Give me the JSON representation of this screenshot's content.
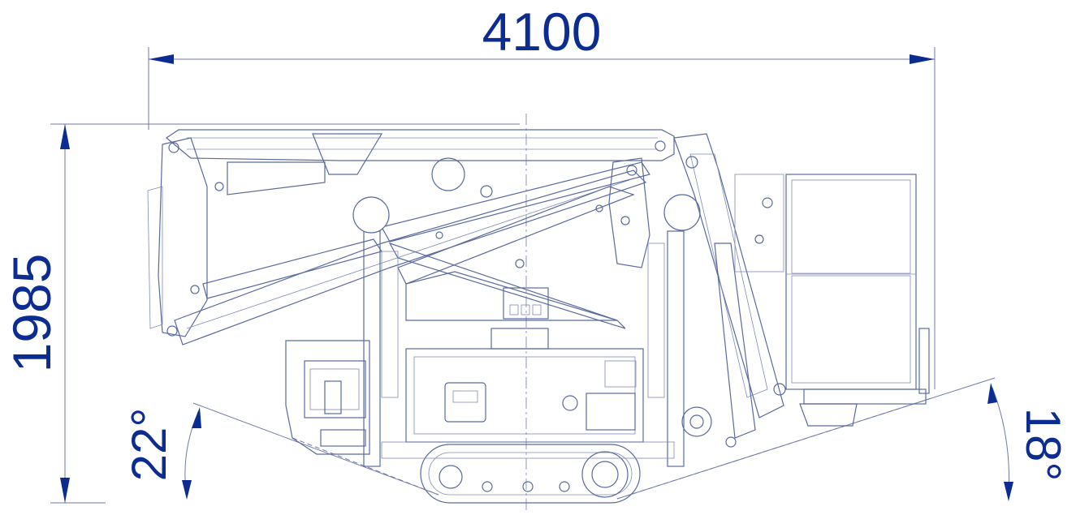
{
  "dimensions": {
    "overall_length": "4100",
    "overall_height": "1985",
    "approach_angle": "22°",
    "departure_angle": "18°"
  },
  "colors": {
    "dimension_text": "#0d2c91",
    "line_art": "#5a6a9e",
    "background": "#ffffff"
  }
}
